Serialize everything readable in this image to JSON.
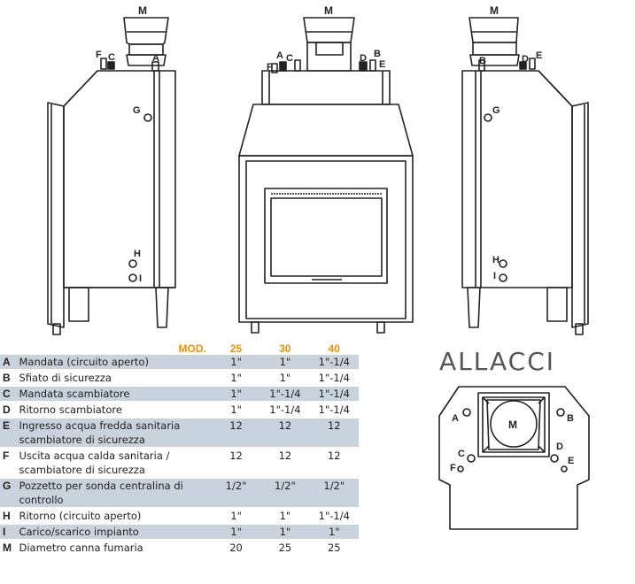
{
  "labels": {
    "m": "M",
    "a": "A",
    "b": "B",
    "c": "C",
    "d": "D",
    "e": "E",
    "f": "F",
    "g": "G",
    "h": "H",
    "i": "I"
  },
  "allacci_title": "ALLACCI",
  "table": {
    "header": {
      "mod": "MOD.",
      "c25": "25",
      "c30": "30",
      "c40": "40"
    },
    "rows": [
      {
        "letter": "A",
        "desc": "Mandata (circuito aperto)",
        "v25": "1\"",
        "v30": "1\"",
        "v40": "1\"-1/4",
        "shade": true
      },
      {
        "letter": "B",
        "desc": "Sfiato di sicurezza",
        "v25": "1\"",
        "v30": "1\"",
        "v40": "1\"-1/4",
        "shade": false
      },
      {
        "letter": "C",
        "desc": "Mandata scambiatore",
        "v25": "1\"",
        "v30": "1\"-1/4",
        "v40": "1\"-1/4",
        "shade": true
      },
      {
        "letter": "D",
        "desc": "Ritorno scambiatore",
        "v25": "1\"",
        "v30": "1\"-1/4",
        "v40": "1\"-1/4",
        "shade": false
      },
      {
        "letter": "E",
        "desc": "Ingresso acqua fredda sanitaria scambiatore di sicurezza",
        "v25": "12",
        "v30": "12",
        "v40": "12",
        "shade": true
      },
      {
        "letter": "F",
        "desc": "Uscita acqua calda sanitaria / scambiatore di sicurezza",
        "v25": "12",
        "v30": "12",
        "v40": "12",
        "shade": false
      },
      {
        "letter": "G",
        "desc": "Pozzetto per sonda centralina di controllo",
        "v25": "1/2\"",
        "v30": "1/2\"",
        "v40": "1/2\"",
        "shade": true
      },
      {
        "letter": "H",
        "desc": "Ritorno (circuito aperto)",
        "v25": "1\"",
        "v30": "1\"",
        "v40": "1\"-1/4",
        "shade": false
      },
      {
        "letter": "I",
        "desc": "Carico/scarico impianto",
        "v25": "1\"",
        "v30": "1\"",
        "v40": "1\"",
        "shade": true
      },
      {
        "letter": "M",
        "desc": "Diametro canna fumaria",
        "v25": "20",
        "v30": "25",
        "v40": "25",
        "shade": false
      }
    ]
  },
  "colors": {
    "accent": "#f39200",
    "shade": "#c9d3dd",
    "line": "#222222"
  }
}
